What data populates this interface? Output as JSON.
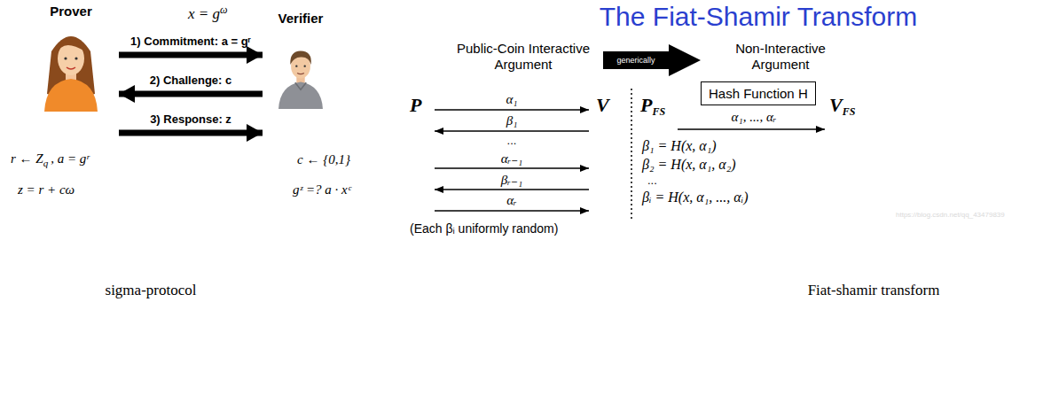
{
  "diagram": {
    "title": "The Fiat-Shamir Transform",
    "nodes": [
      {
        "text": [
          "Prover"
        ]
      },
      {
        "text": [
          "Verifier"
        ]
      },
      {
        "text": [
          "generically"
        ]
      },
      {
        "text": [
          "Hash Function H"
        ]
      }
    ],
    "edges": [
      {
        "from": 0,
        "to": 1,
        "label": "1) Commitment: a = gʳ",
        "arrow": "to"
      },
      {
        "from": 1,
        "to": 0,
        "label": "2) Challenge: c",
        "arrow": "to"
      },
      {
        "from": 0,
        "to": 1,
        "label": "3) Response: z",
        "arrow": "to"
      }
    ],
    "labels": [
      "x = g",
      "ω",
      "r ← Z",
      "q",
      ", a = gʳ",
      "z = r + cω",
      "c ← {0,1}",
      "gᶻ =? a · xᶜ",
      "Public-Coin Interactive Argument",
      "Non-Interactive Argument",
      "P",
      "V",
      "α₁",
      "β₁",
      "...",
      "αᵣ₋₁",
      "βᵣ₋₁",
      "αᵣ",
      "(Each βᵢ uniformly random)",
      "P",
      "FS",
      "V",
      "FS",
      "α₁, ..., αᵣ",
      "β₁ = H(x, α₁)",
      "β₂ = H(x, α₁, α₂)",
      "...",
      "βᵢ = H(x, α₁, ..., αᵢ)",
      "https://blog.csdn.net/qq_43479839",
      "sigma-protocol",
      "Fiat-shamir transform"
    ]
  }
}
